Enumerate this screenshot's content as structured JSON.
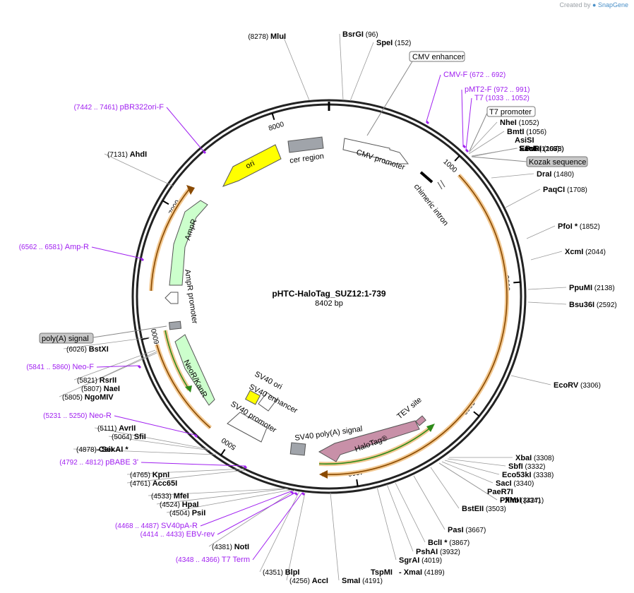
{
  "credit": {
    "text": "Created by",
    "brand": "SnapGene"
  },
  "plasmid": {
    "name": "pHTC-HaloTag_SUZ12:1-739",
    "size": "8402 bp"
  },
  "ticks": [
    "1000",
    "2000",
    "3000",
    "4000",
    "5000",
    "6000",
    "7000",
    "8000"
  ],
  "sites": [
    {
      "name": "MluI",
      "pos": "(8278)"
    },
    {
      "name": "BsrGI",
      "pos": "(96)"
    },
    {
      "name": "SpeI",
      "pos": "(152)"
    },
    {
      "name": "NheI",
      "pos": "(1052)"
    },
    {
      "name": "BmtI",
      "pos": "(1056)"
    },
    {
      "name": "AsiSI",
      "pos": ""
    },
    {
      "name": "- PvuI",
      "pos": "(1065)"
    },
    {
      "name": "EcoRI",
      "pos": "(1073)"
    },
    {
      "name": "SacII",
      "pos": "(1263)"
    },
    {
      "name": "DraI",
      "pos": "(1480)"
    },
    {
      "name": "PaqCI",
      "pos": "(1708)"
    },
    {
      "name": "PfoI *",
      "pos": "(1852)"
    },
    {
      "name": "XcmI",
      "pos": "(2044)"
    },
    {
      "name": "PpuMI",
      "pos": "(2138)"
    },
    {
      "name": "Bsu36I",
      "pos": "(2592)"
    },
    {
      "name": "EcoRV",
      "pos": "(3306)"
    },
    {
      "name": "XbaI",
      "pos": "(3308)"
    },
    {
      "name": "SbfI",
      "pos": "(3332)"
    },
    {
      "name": "Eco53kI",
      "pos": "(3338)"
    },
    {
      "name": "SacI",
      "pos": "(3340)"
    },
    {
      "name": "PaeR7I",
      "pos": ""
    },
    {
      "name": "- XhoI",
      "pos": "(3341)"
    },
    {
      "name": "PflMI",
      "pos": "(3427)"
    },
    {
      "name": "BstEII",
      "pos": "(3503)"
    },
    {
      "name": "PasI",
      "pos": "(3667)"
    },
    {
      "name": "BclI *",
      "pos": "(3867)"
    },
    {
      "name": "PshAI",
      "pos": "(3932)"
    },
    {
      "name": "SgrAI",
      "pos": "(4019)"
    },
    {
      "name": "TspMI",
      "pos": ""
    },
    {
      "name": "- XmaI",
      "pos": "(4189)"
    },
    {
      "name": "SmaI",
      "pos": "(4191)"
    },
    {
      "name": "AccI",
      "pos": "(4256)"
    },
    {
      "name": "BlpI",
      "pos": "(4351)"
    },
    {
      "name": "NotI",
      "pos": "(4381)"
    },
    {
      "name": "PsiI",
      "pos": "(4504)"
    },
    {
      "name": "HpaI",
      "pos": "(4524)"
    },
    {
      "name": "MfeI",
      "pos": "(4533)"
    },
    {
      "name": "Acc65I",
      "pos": "(4761)"
    },
    {
      "name": "KpnI",
      "pos": "(4765)"
    },
    {
      "name": "CsiI",
      "pos": "(4878)"
    },
    {
      "name": "- SexAI *",
      "pos": ""
    },
    {
      "name": "SfiI",
      "pos": "(5064)"
    },
    {
      "name": "AvrII",
      "pos": "(5111)"
    },
    {
      "name": "NgoMIV",
      "pos": "(5805)"
    },
    {
      "name": "NaeI",
      "pos": "(5807)"
    },
    {
      "name": "RsrII",
      "pos": "(5821)"
    },
    {
      "name": "BstXI",
      "pos": "(6026)"
    },
    {
      "name": "AhdI",
      "pos": "(7131)"
    }
  ],
  "primers": [
    {
      "name": "CMV-F",
      "pos": "(672 .. 692)"
    },
    {
      "name": "pMT2-F",
      "pos": "(972 .. 991)"
    },
    {
      "name": "T7",
      "pos": "(1033 .. 1052)"
    },
    {
      "name": "pBR322ori-F",
      "pos": "(7442 .. 7461)"
    },
    {
      "name": "Amp-R",
      "pos": "(6562 .. 6581)"
    },
    {
      "name": "Neo-F",
      "pos": "(5841 .. 5860)"
    },
    {
      "name": "Neo-R",
      "pos": "(5231 .. 5250)"
    },
    {
      "name": "pBABE 3'",
      "pos": "(4792 .. 4812)"
    },
    {
      "name": "SV40pA-R",
      "pos": "(4468 .. 4487)"
    },
    {
      "name": "EBV-rev",
      "pos": "(4414 .. 4433)"
    },
    {
      "name": "T7 Term",
      "pos": "(4348 .. 4366)"
    }
  ],
  "boxed_labels": {
    "cmv_enhancer": "CMV enhancer",
    "t7_promoter": "T7 promoter",
    "kozak": "Kozak sequence",
    "polya": "poly(A) signal"
  },
  "features": {
    "ori": "ori",
    "cer": "cer region",
    "cmv_promoter": "CMV promoter",
    "chimeric_intron": "chimeric intron",
    "ampr": "AmpR",
    "ampr_promoter": "AmpR promoter",
    "neokanr": "NeoR/KanR",
    "sv40_ori": "SV40 ori",
    "sv40_enhancer": "SV40 enhancer",
    "sv40_promoter": "SV40 promoter",
    "sv40_polya": "SV40 poly(A) signal",
    "halotag": "HaloTag®",
    "tev": "TEV site"
  },
  "colors": {
    "ori": "#ffff00",
    "cer": "#a0a4aa",
    "promoter": "#ffffff",
    "ampr": "#ccffcc",
    "neo": "#ccffcc",
    "halotag": "#c890a8",
    "primer": "#a020f0",
    "orf_highlight": "#f2c891",
    "orf_arrow": "#8a4a00",
    "green_arrow": "#2d8a1a"
  }
}
